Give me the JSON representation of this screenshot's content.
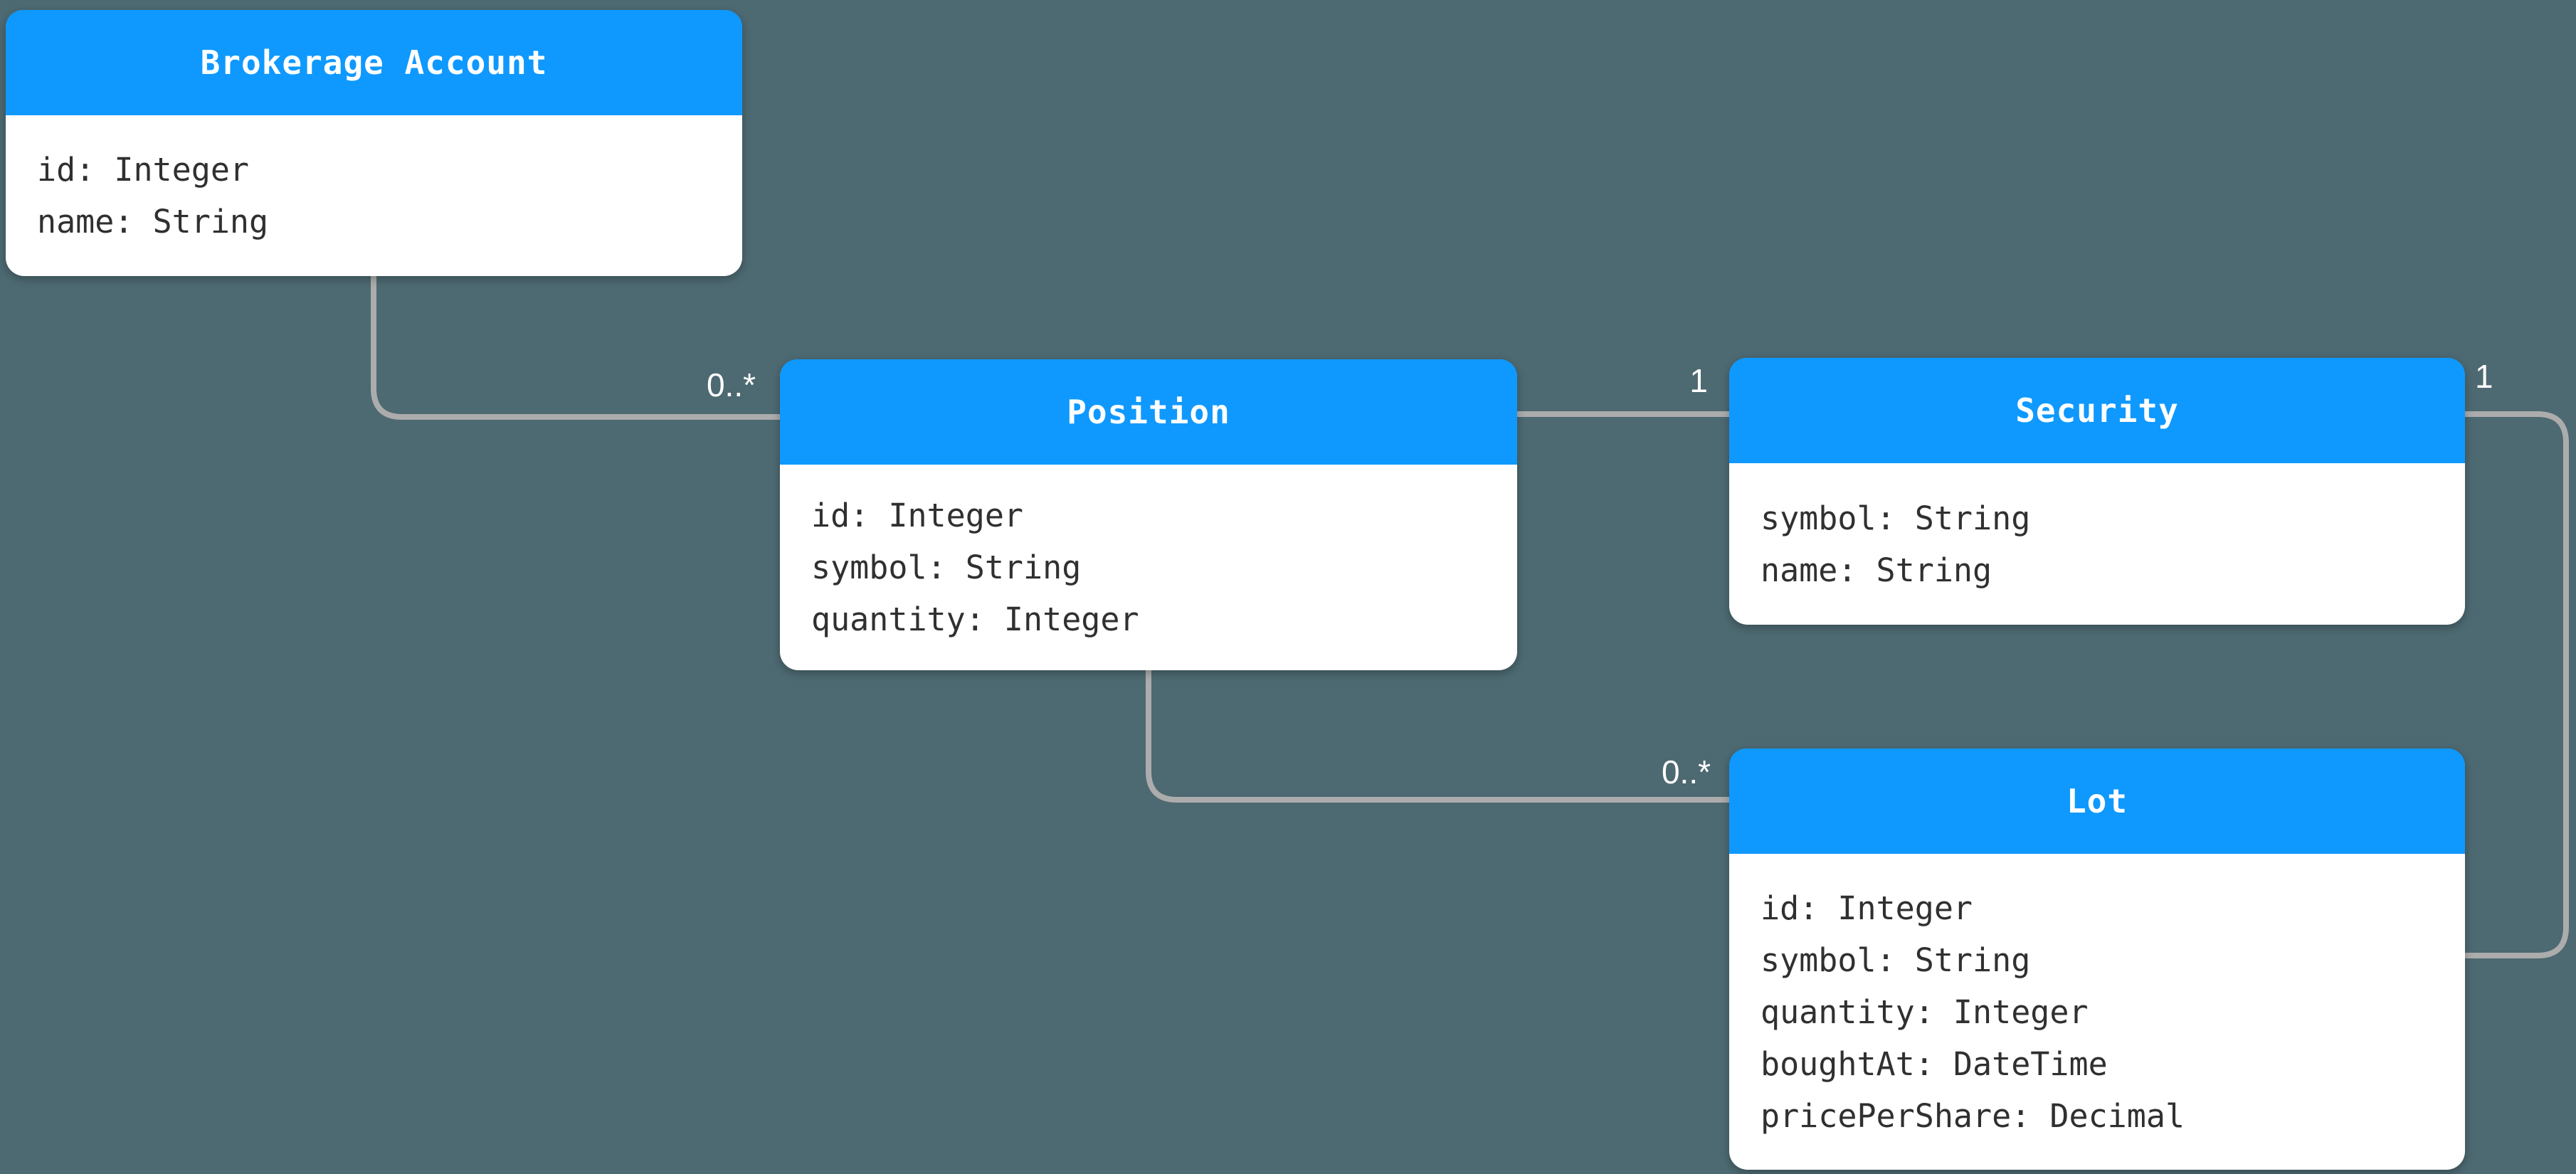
{
  "diagram": {
    "background_color": "#4D6971",
    "accent_color": "#0F99FE",
    "line_color": "#ACACAC",
    "entities": [
      {
        "id": "brokerage-account",
        "title": "Brokerage Account",
        "fields": [
          "id: Integer",
          "name: String"
        ]
      },
      {
        "id": "position",
        "title": "Position",
        "fields": [
          "id: Integer",
          "symbol: String",
          "quantity: Integer"
        ]
      },
      {
        "id": "security",
        "title": "Security",
        "fields": [
          "symbol: String",
          "name: String"
        ]
      },
      {
        "id": "lot",
        "title": "Lot",
        "fields": [
          "id: Integer",
          "symbol: String",
          "quantity: Integer",
          "boughtAt: DateTime",
          "pricePerShare: Decimal"
        ]
      }
    ],
    "relationships": [
      {
        "from": "brokerage-account",
        "to": "position",
        "label": "0..*"
      },
      {
        "from": "position",
        "to": "security",
        "label": "1"
      },
      {
        "from": "security",
        "to": "lot",
        "label": "1"
      },
      {
        "from": "position",
        "to": "lot",
        "label": "0..*"
      }
    ]
  }
}
